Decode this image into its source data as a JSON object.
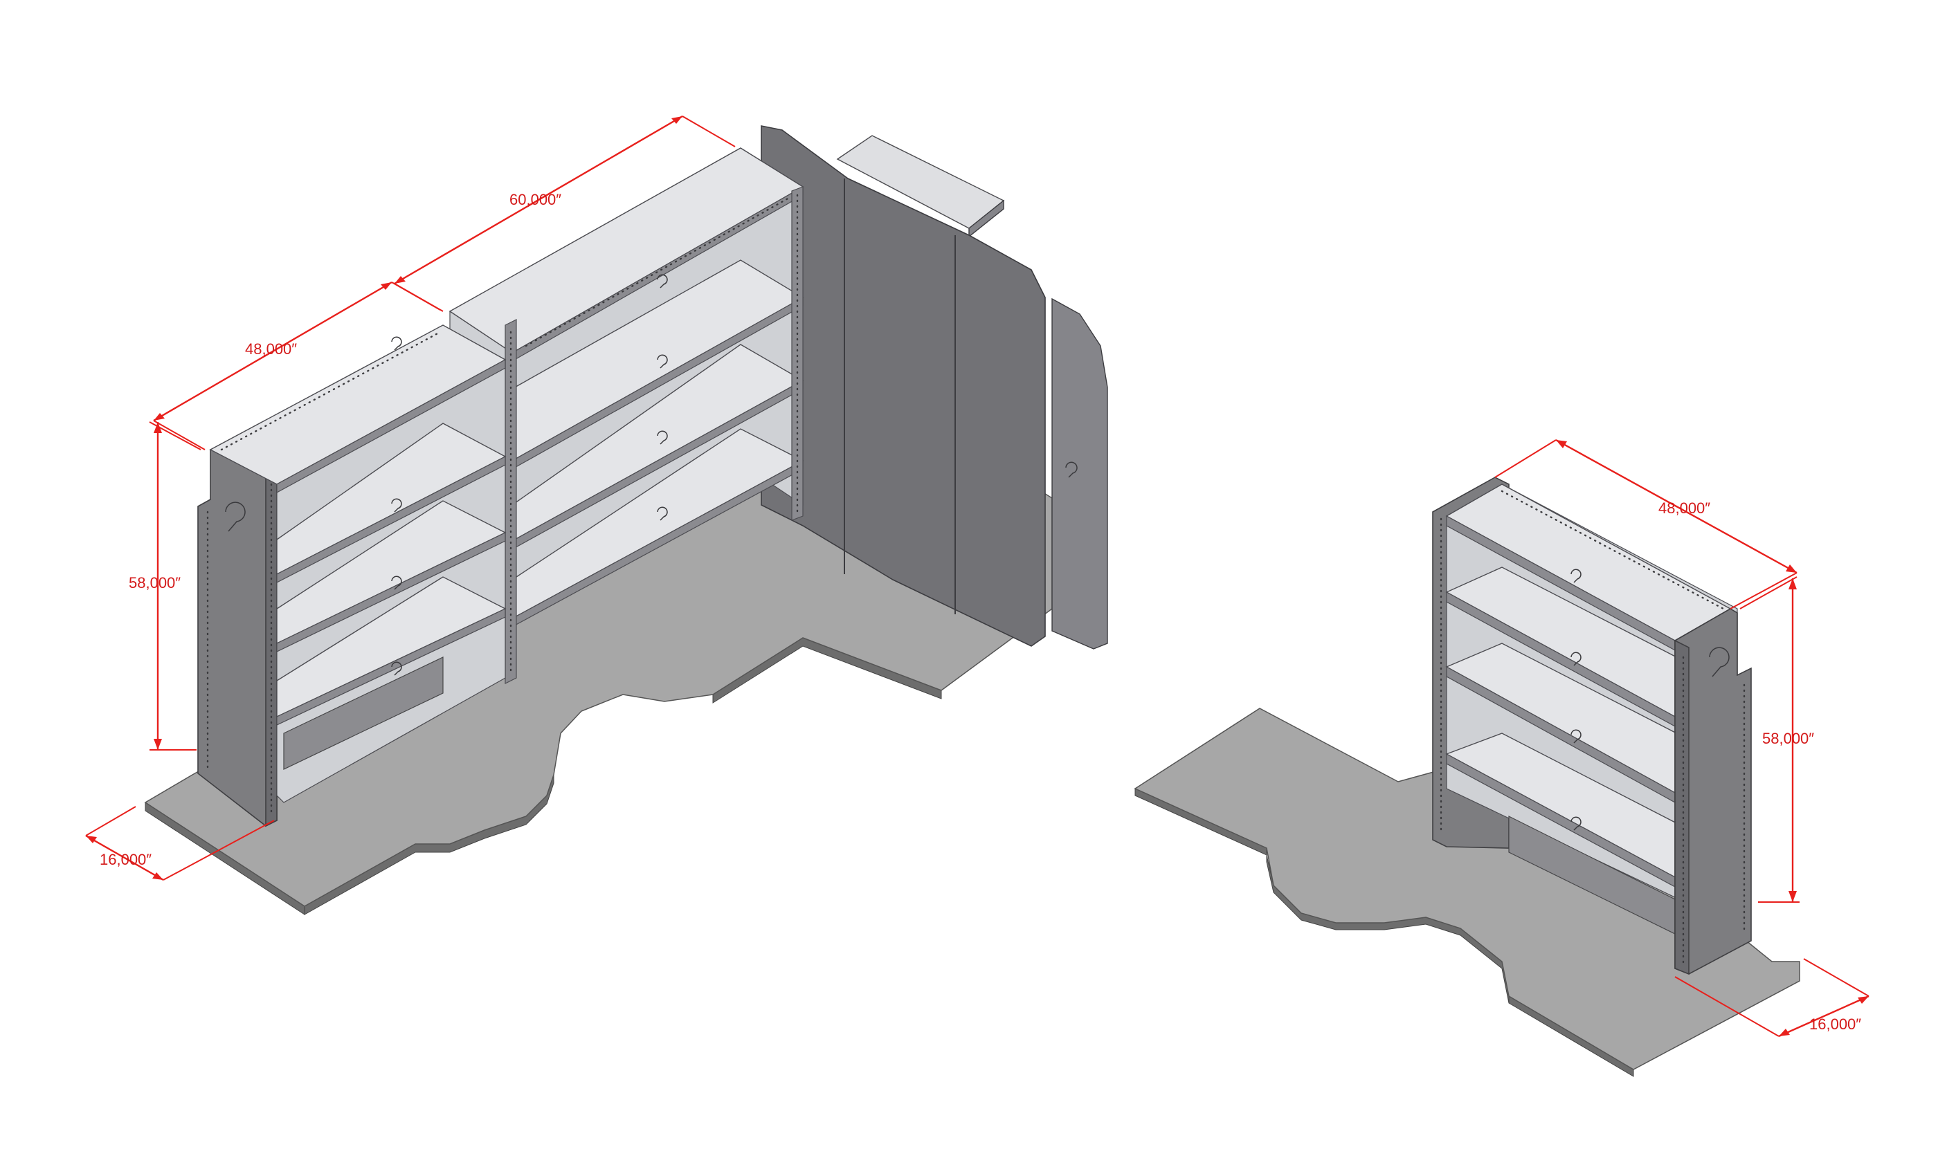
{
  "dimensions": {
    "left_unit": {
      "length_long": "60,000″",
      "length_short": "48,000″",
      "height": "58,000″",
      "depth": "16,000″"
    },
    "right_unit": {
      "length": "48,000″",
      "height": "58,000″",
      "depth": "16,000″"
    }
  },
  "colors": {
    "dimension": "#e8201c",
    "panel": "#7d7d80",
    "shelf": "#e4e5e8",
    "floor": "#a7a7a7"
  }
}
